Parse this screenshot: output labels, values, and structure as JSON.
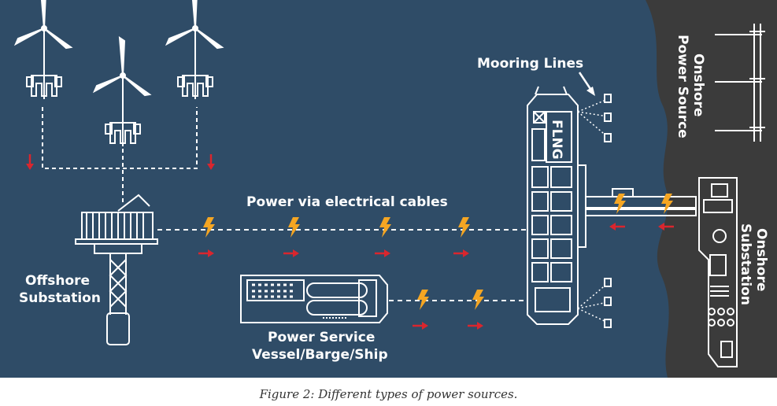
{
  "diagram": {
    "labels": {
      "mooring_lines": "Mooring Lines",
      "onshore_power_source_line1": "Onshore",
      "onshore_power_source_line2": "Power Source",
      "flng": "FLNG",
      "power_via_cables": "Power via electrical cables",
      "offshore_substation_line1": "Offshore",
      "offshore_substation_line2": "Substation",
      "onshore_substation_line1": "Onshore",
      "onshore_substation_line2": "Substation",
      "power_service_line1": "Power Service",
      "power_service_line2": "Vessel/Barge/Ship"
    },
    "colors": {
      "sea": "#2f4c67",
      "land": "#3b3b3b",
      "line": "#ffffff",
      "bolt": "#f5a623",
      "arrow": "#d9262e"
    },
    "icons": [
      "wind-turbine-icon",
      "lightning-bolt-icon",
      "power-arrow-icon",
      "pylon-icon"
    ]
  },
  "caption": "Figure 2: Different types of power sources."
}
